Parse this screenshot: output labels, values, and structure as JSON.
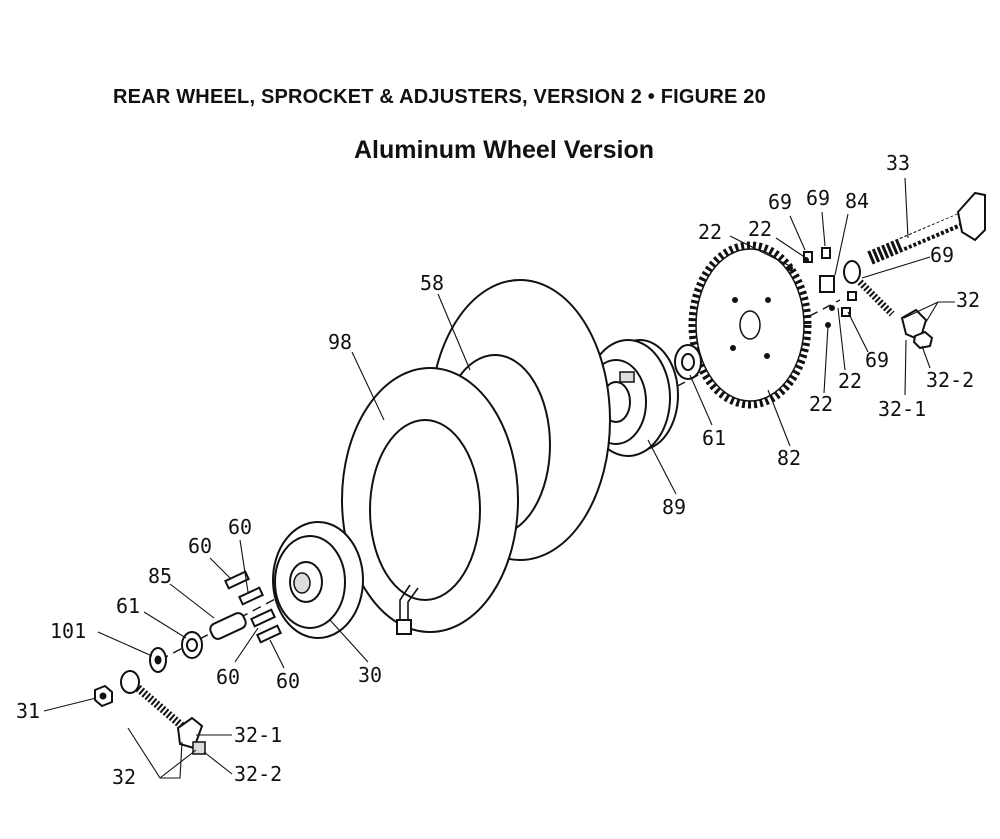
{
  "figure": {
    "title": "REAR WHEEL, SPROCKET & ADJUSTERS, VERSION 2  •  FIGURE 20",
    "subtitle": "Aluminum Wheel Version"
  },
  "callouts": {
    "c33": "33",
    "c69a": "69",
    "c69b": "69",
    "c84": "84",
    "c22a": "22",
    "c22b": "22",
    "c69c": "69",
    "c32r": "32",
    "c69d": "69",
    "c22c": "22",
    "c32_2r": "32-2",
    "c22d": "22",
    "c32_1r": "32-1",
    "c58": "58",
    "c98": "98",
    "c61r": "61",
    "c82": "82",
    "c89": "89",
    "c60a": "60",
    "c60b": "60",
    "c85": "85",
    "c61l": "61",
    "c101": "101",
    "c60c": "60",
    "c60d": "60",
    "c30": "30",
    "c31": "31",
    "c32_1l": "32-1",
    "c32l": "32",
    "c32_2l": "32-2"
  }
}
